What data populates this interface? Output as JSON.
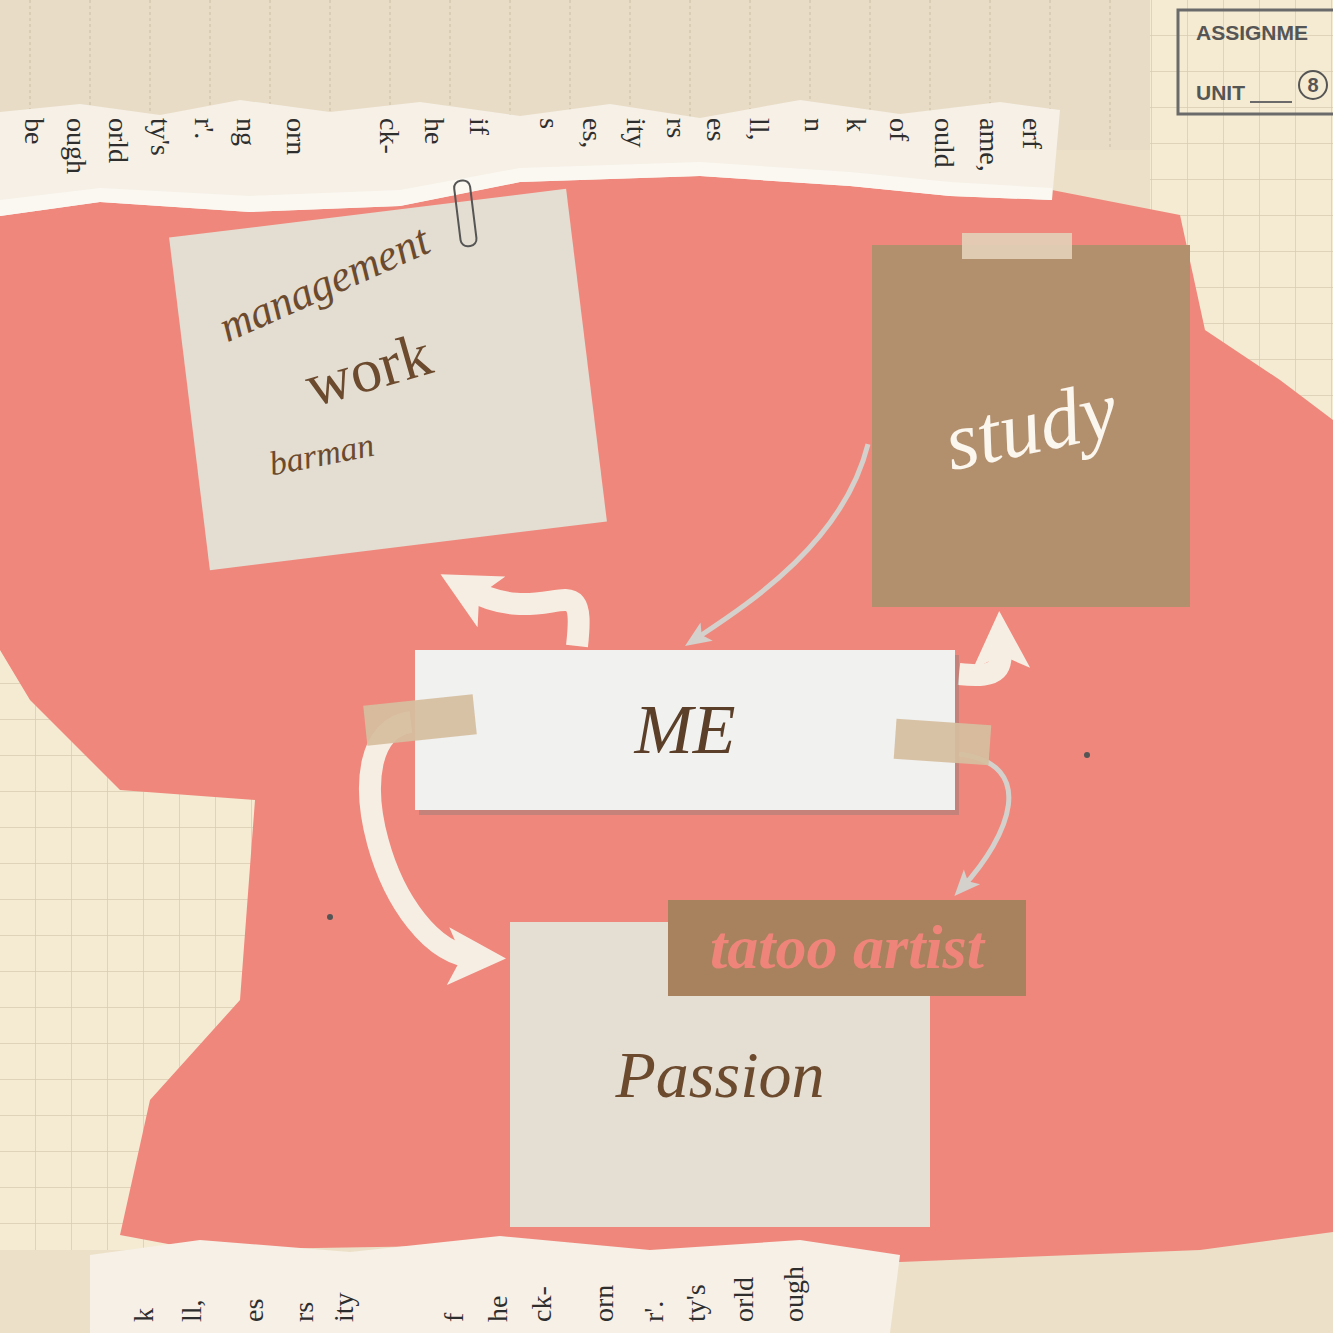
{
  "diagram": {
    "nodes": [
      {
        "text": [
          "management",
          "work",
          "barman"
        ]
      },
      {
        "text": [
          "study"
        ]
      },
      {
        "text": [
          "ME"
        ]
      },
      {
        "text": [
          "tatoo artist"
        ]
      },
      {
        "text": [
          "Passion"
        ]
      }
    ],
    "edges": [
      {
        "from": 2,
        "to": 0,
        "arrow": "to"
      },
      {
        "from": 1,
        "to": 2,
        "arrow": "to"
      },
      {
        "from": 2,
        "to": 1,
        "arrow": "to"
      },
      {
        "from": 2,
        "to": 3,
        "arrow": "to"
      },
      {
        "from": 2,
        "to": 4,
        "arrow": "to"
      }
    ],
    "labels": [
      "be",
      "ough",
      "orld",
      "ty's",
      "r'.",
      "ng",
      "orn",
      "ck-",
      "he",
      "if",
      "s",
      "es,",
      "ity",
      "rs",
      "es",
      "ll,",
      "n",
      "k",
      "of",
      "ould",
      "ame,",
      "erf",
      "k",
      "ll,",
      "es",
      "rs",
      "ity",
      "f",
      "he",
      "ck-",
      "orn",
      "r'.",
      "ty's",
      "orld",
      "ough",
      "ASSIGNME",
      "UNIT",
      "8"
    ]
  }
}
